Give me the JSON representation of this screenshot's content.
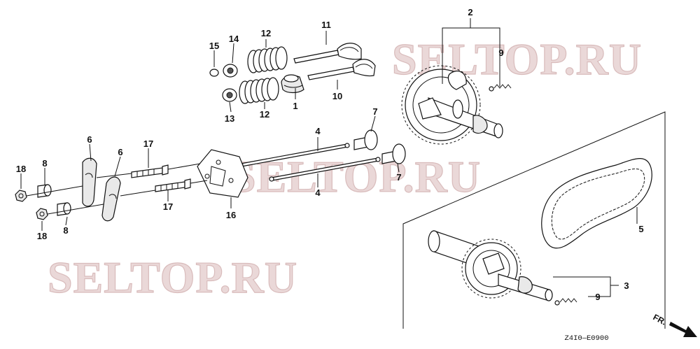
{
  "diagram": {
    "labels": {
      "p1": "1",
      "p2": "2",
      "p3": "3",
      "p4a": "4",
      "p4b": "4",
      "p5": "5",
      "p6a": "6",
      "p6b": "6",
      "p7a": "7",
      "p7b": "7",
      "p8a": "8",
      "p8b": "8",
      "p9a": "9",
      "p9b": "9",
      "p10": "10",
      "p11": "11",
      "p12a": "12",
      "p12b": "12",
      "p13": "13",
      "p14": "14",
      "p15": "15",
      "p16": "16",
      "p17a": "17",
      "p17b": "17",
      "p18a": "18",
      "p18b": "18"
    },
    "drawing_code": "Z4I0—E0900",
    "direction_label": "FR.",
    "watermarks": [
      "SELTOP.RU",
      "SELTOP.RU",
      "SELTOP.RU"
    ]
  }
}
